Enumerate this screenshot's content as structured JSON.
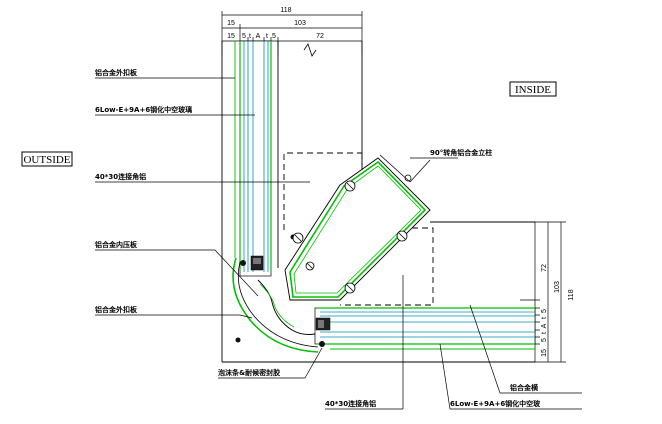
{
  "labels": {
    "outside": "OUTSIDE",
    "inside": "INSIDE",
    "outer_cover_top": "铝合金外扣板",
    "glass_top": "6Low-E+9A+6钢化中空玻璃",
    "angle_aluminum_left": "40*30连接角铝",
    "inner_pressure_plate": "铝合金内压板",
    "outer_cover_bottom": "铝合金外扣板",
    "foam_sealant": "泡沫条&耐候密封胶",
    "angle_aluminum_bottom": "40*30连接角铝",
    "transom": "铝合金横",
    "glass_bottom": "6Low-E+9A+6钢化中空玻",
    "corner_mullion": "90°转角铝合金立柱"
  },
  "dimensions": {
    "top_total": "118",
    "top_left": "15",
    "top_right": "103",
    "top_sub_15": "15",
    "top_sub_5": "5",
    "top_sub_t1": "t",
    "top_sub_A": "A",
    "top_sub_t2": "t",
    "top_sub_5b": "5",
    "top_sub_72": "72",
    "right_72": "72",
    "right_103": "103",
    "right_118": "118",
    "right_15": "15",
    "right_5": "5",
    "right_t": "t",
    "right_A": "A",
    "right_t2": "t",
    "right_5b": "5"
  },
  "colors": {
    "line": "#000000",
    "profile": "#00c000",
    "glass": "#0090b0"
  }
}
